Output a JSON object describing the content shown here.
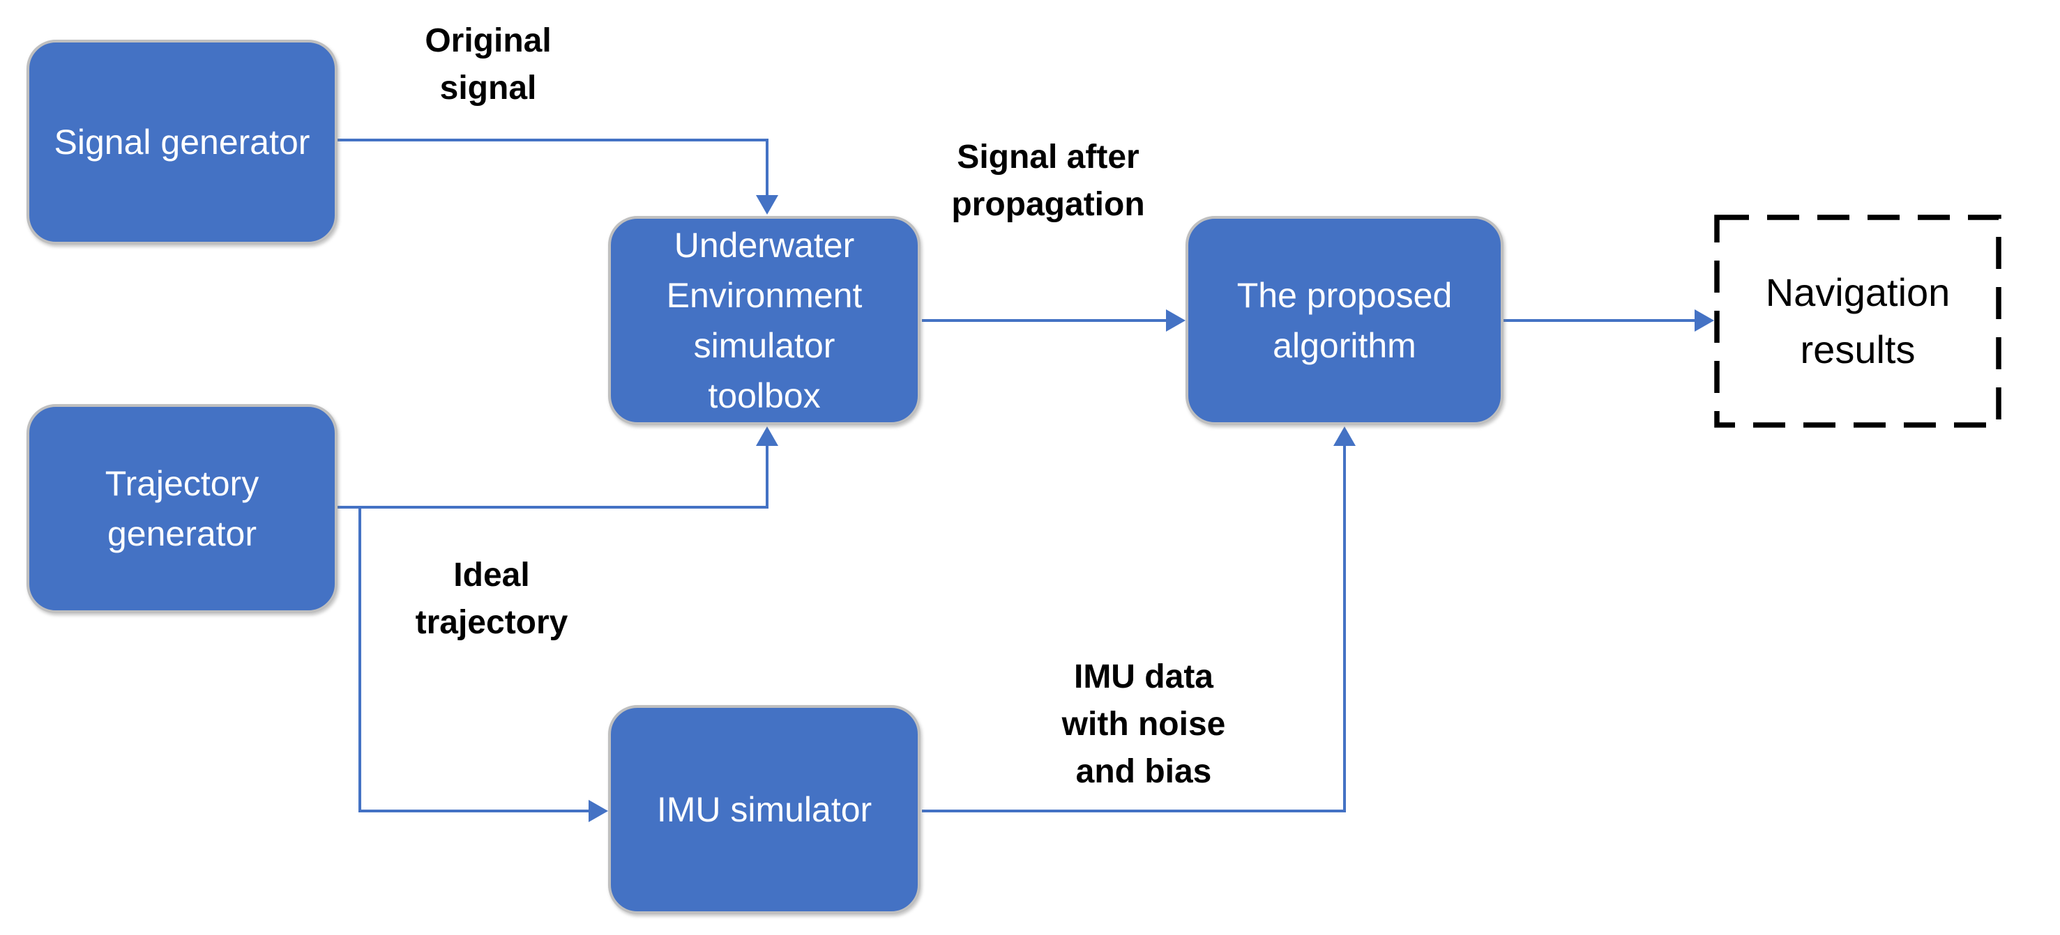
{
  "boxes": {
    "signal_generator": {
      "text": "Signal generator",
      "lines": [
        "Signal generator"
      ]
    },
    "trajectory_generator": {
      "text": "Trajectory generator",
      "lines": [
        "Trajectory",
        "generator"
      ]
    },
    "underwater_toolbox": {
      "text": "Underwater Environment simulator toolbox",
      "lines": [
        "Underwater",
        "Environment",
        "simulator",
        "toolbox"
      ]
    },
    "imu_simulator": {
      "text": "IMU simulator",
      "lines": [
        "IMU simulator"
      ]
    },
    "proposed_algorithm": {
      "text": "The proposed algorithm",
      "lines": [
        "The proposed",
        "algorithm"
      ]
    },
    "navigation_results": {
      "text": "Navigation results",
      "lines": [
        "Navigation",
        "results"
      ]
    }
  },
  "labels": {
    "original_signal": {
      "text": "Original signal",
      "lines": [
        "Original",
        "signal"
      ]
    },
    "signal_after_propagation": {
      "text": "Signal after propagation",
      "lines": [
        "Signal after",
        "propagation"
      ]
    },
    "ideal_trajectory": {
      "text": "Ideal trajectory",
      "lines": [
        "Ideal",
        "trajectory"
      ]
    },
    "imu_data": {
      "text": "IMU data with noise and bias",
      "lines": [
        "IMU data",
        "with noise",
        "and bias"
      ]
    }
  },
  "colors": {
    "box_fill": "#4472C4",
    "box_border": "#BFBFBF",
    "box_text": "#FFFFFF",
    "connector": "#4472C4",
    "label_text": "#000000",
    "results_border": "#000000",
    "background": "#FFFFFF"
  }
}
